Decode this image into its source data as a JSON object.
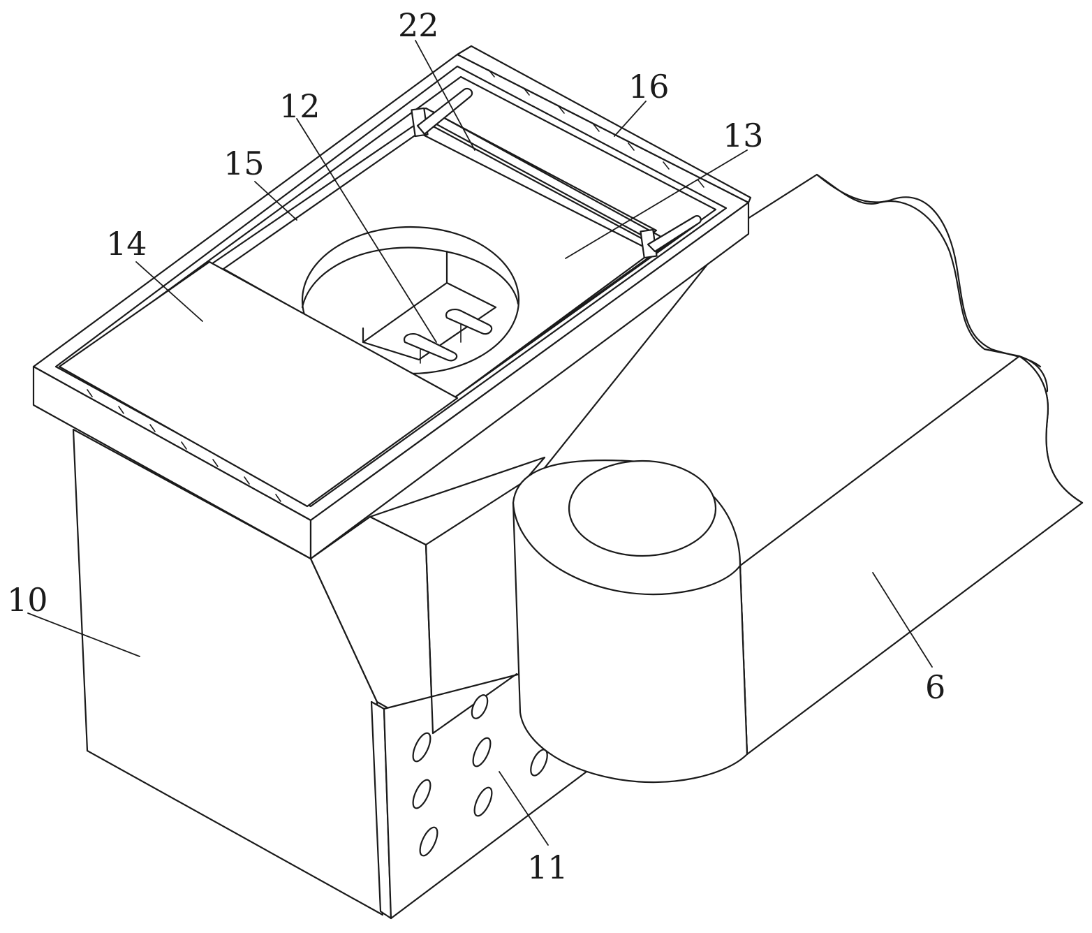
{
  "labels": {
    "n22": "22",
    "n16": "16",
    "n12": "12",
    "n13": "13",
    "n15": "15",
    "n14": "14",
    "n10": "10",
    "n6": "6",
    "n11": "11"
  },
  "colors": {
    "line": "#1a1a1a",
    "background": "#ffffff"
  }
}
